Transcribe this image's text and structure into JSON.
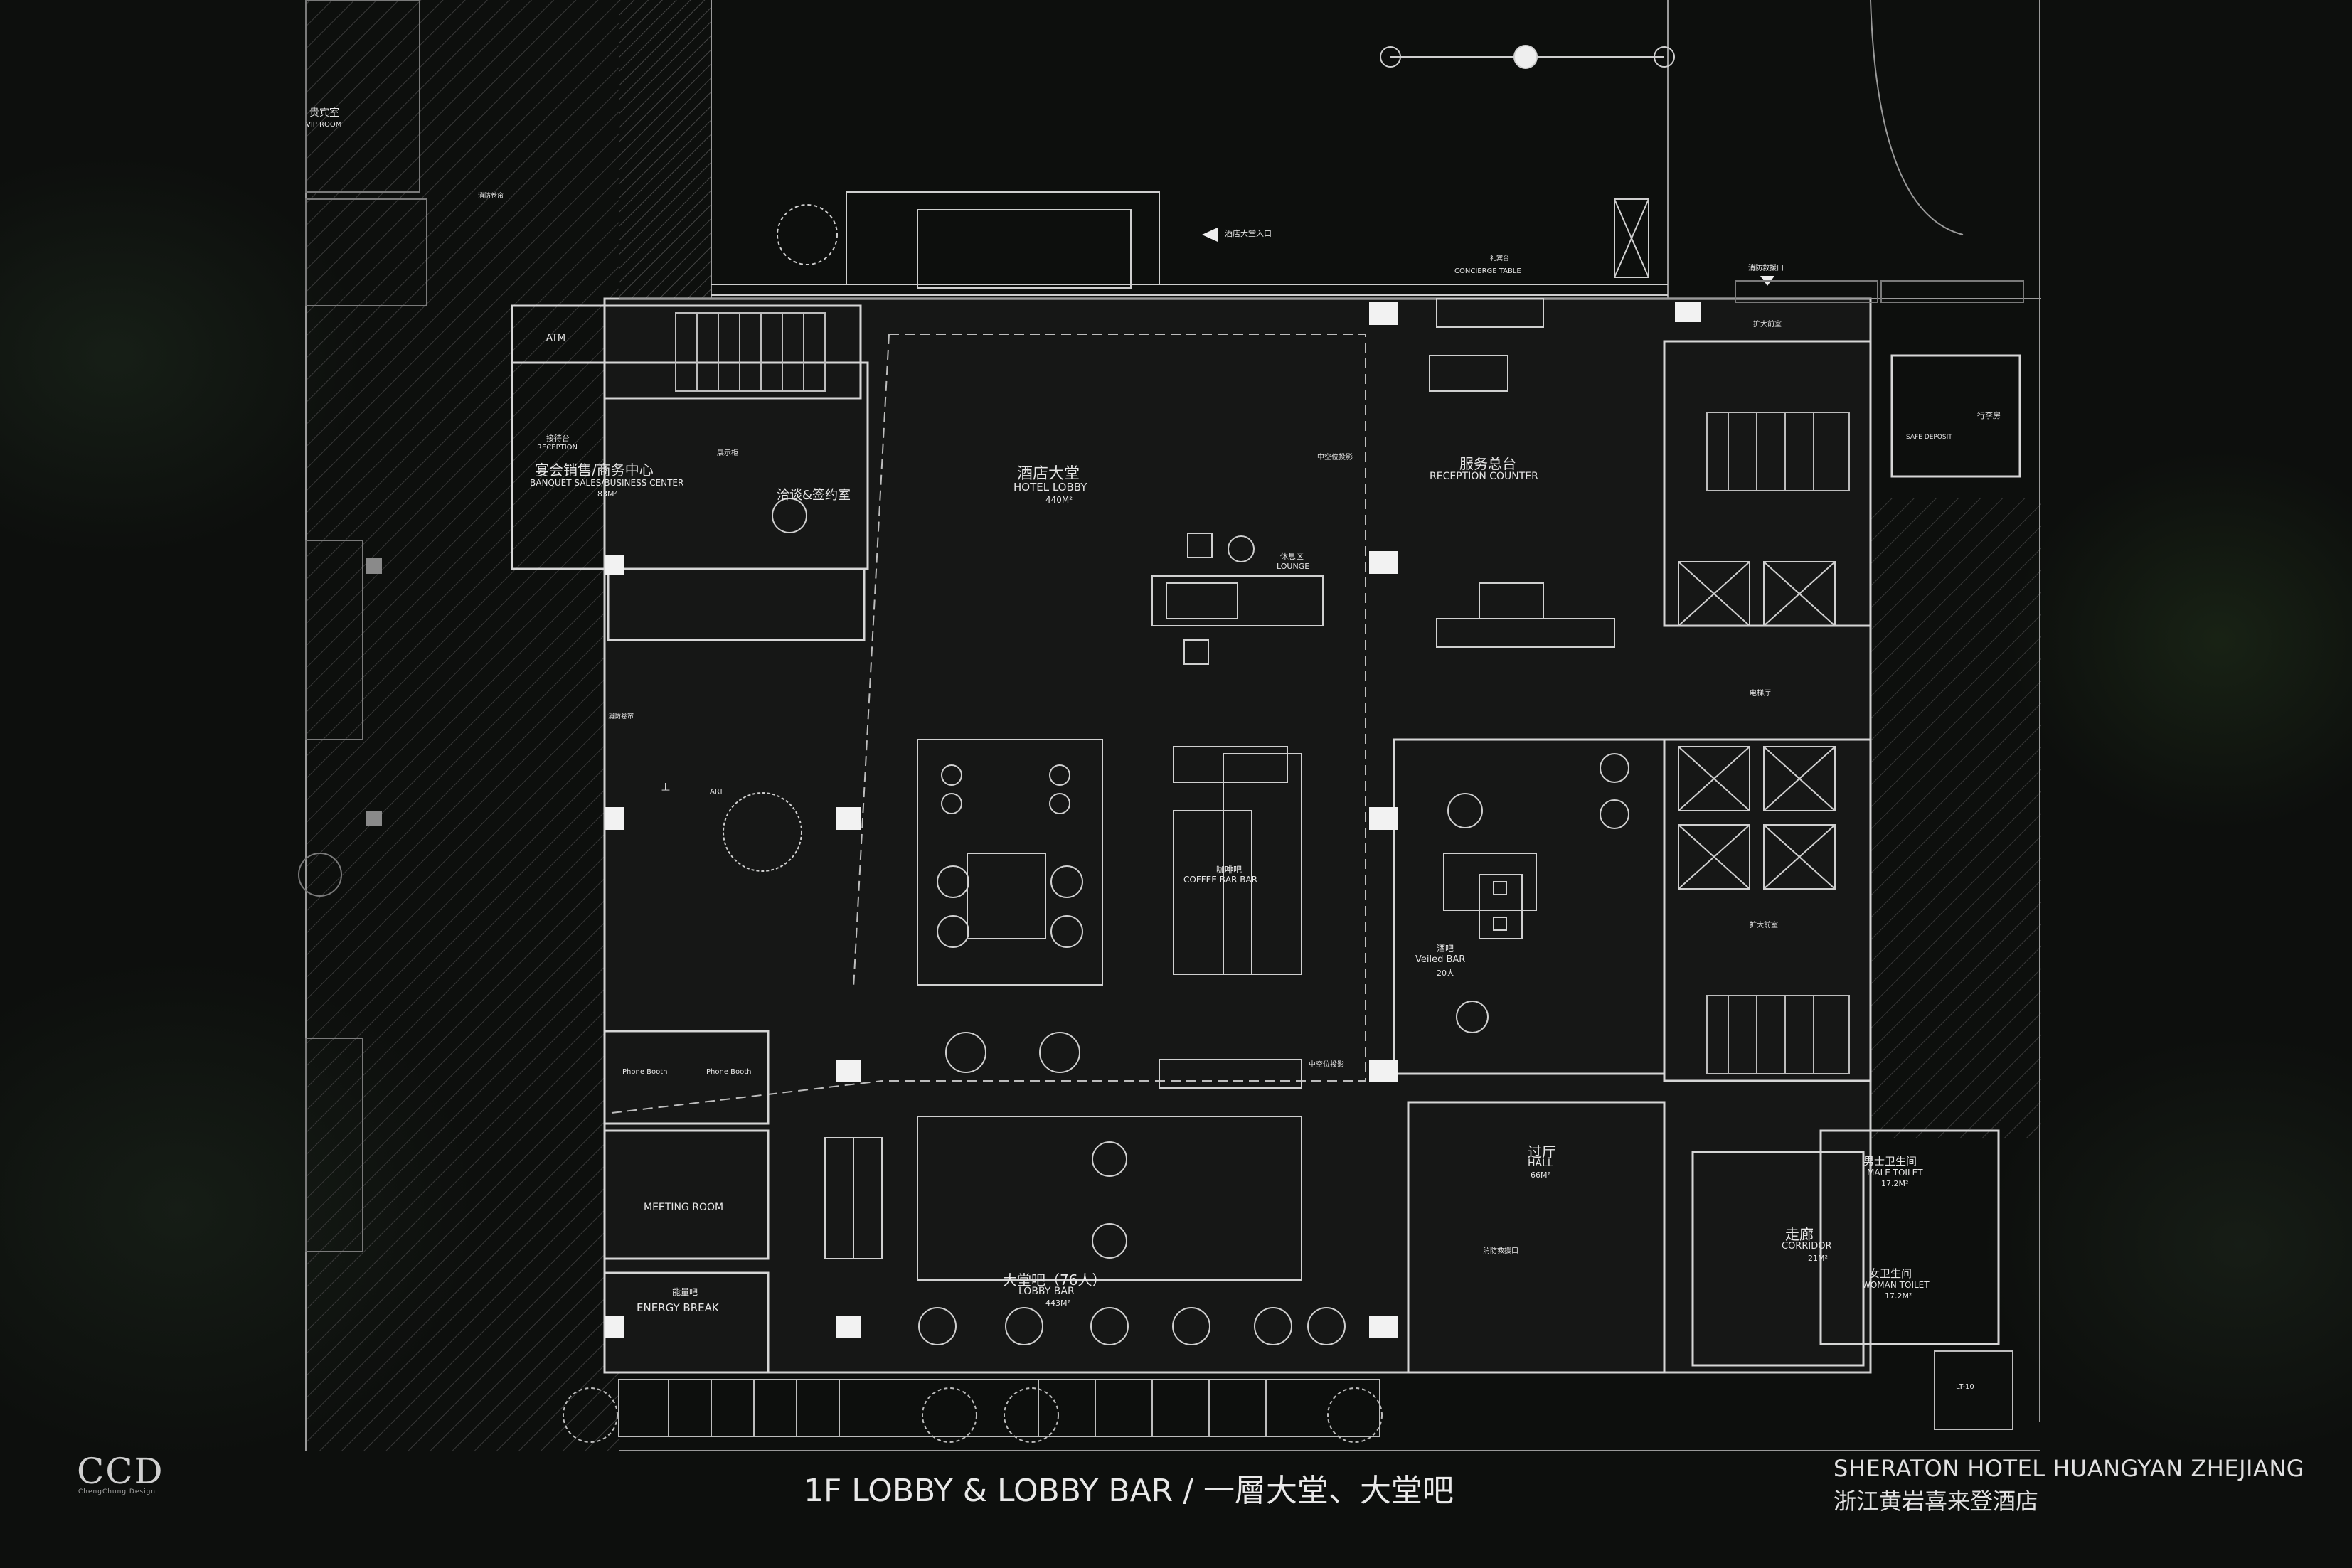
{
  "branding": {
    "logo": "CCD",
    "logo_sub": "ChengChung Design"
  },
  "title": "1F LOBBY & LOBBY BAR / 一層大堂、大堂吧",
  "hotel": {
    "name_en": "SHERATON HOTEL HUANGYAN ZHEJIANG",
    "name_cn": "浙江黄岩喜来登酒店"
  },
  "rooms": {
    "hotel_lobby": {
      "cn": "酒店大堂",
      "en": "HOTEL LOBBY",
      "area": "440M²"
    },
    "reception": {
      "cn": "服务总台",
      "en": "RECEPTION COUNTER"
    },
    "banquet": {
      "cn": "宴会销售/商务中心",
      "en": "BANQUET SALES/BUSINESS CENTER",
      "area": "83M²"
    },
    "negotiation": {
      "cn": "洽谈&签约室"
    },
    "atm": "ATM",
    "reception_desk": {
      "cn": "接待台",
      "en": "RECEPTION"
    },
    "lounge": {
      "cn": "休息区",
      "en": "LOUNGE"
    },
    "coffee_bar": {
      "cn": "咖啡吧",
      "en": "COFFEE BAR BAR"
    },
    "veiled_bar": {
      "cn": "酒吧",
      "en": "Veiled BAR",
      "seats": "20人"
    },
    "lobby_bar": {
      "cn": "大堂吧（76人）",
      "en": "LOBBY BAR",
      "area": "443M²"
    },
    "hall": {
      "cn": "过厅",
      "en": "HALL",
      "area": "66M²"
    },
    "corridor": {
      "cn": "走廊",
      "en": "CORRIDOR",
      "area": "21M²"
    },
    "male_toilet": {
      "cn": "男士卫生间",
      "en": "MALE TOILET",
      "area": "17.2M²"
    },
    "female_toilet": {
      "cn": "女卫生间",
      "en": "WOMAN TOILET",
      "area": "17.2M²"
    },
    "meeting_room": {
      "en": "MEETING ROOM"
    },
    "energy_break": {
      "cn": "能量吧",
      "en": "ENERGY BREAK"
    },
    "phone_booth": "Phone Booth",
    "concierge": {
      "cn": "礼宾台",
      "en": "CONCIERGE TABLE"
    },
    "vip_room": {
      "cn": "贵宾室",
      "en": "VIP ROOM"
    },
    "elevator_hall": "电梯厅",
    "luggage": "行李房",
    "safe_deposit": "SAFE DEPOSIT",
    "lobby_entrance": "酒店大堂入口",
    "fire_entry": "消防救援口",
    "atrium_projection": "中空位投影",
    "display": "展示柜",
    "elevator_front": "扩大前室",
    "fire_curtain": "消防卷帘",
    "art": "ART",
    "up": "上",
    "lt": "LT-10"
  },
  "colors": {
    "line": "#d8d8d8",
    "dim": "#8a8a8a",
    "fill": "#1a1b1a",
    "bg": "#0d0f0d"
  }
}
